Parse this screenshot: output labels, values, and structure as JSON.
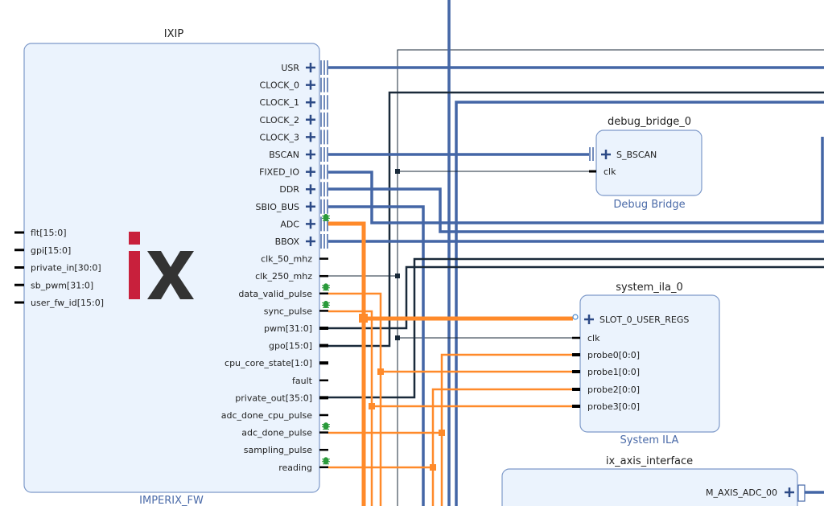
{
  "ixip": {
    "instance_name": "IXIP",
    "block_type": "IMPERIX_FW",
    "logo_text": "ix",
    "left_ports": [
      "flt[15:0]",
      "gpi[15:0]",
      "private_in[30:0]",
      "sb_pwm[31:0]",
      "user_fw_id[15:0]"
    ],
    "right_ports": [
      {
        "label": "USR",
        "kind": "bus"
      },
      {
        "label": "CLOCK_0",
        "kind": "bus"
      },
      {
        "label": "CLOCK_1",
        "kind": "bus"
      },
      {
        "label": "CLOCK_2",
        "kind": "bus"
      },
      {
        "label": "CLOCK_3",
        "kind": "bus"
      },
      {
        "label": "BSCAN",
        "kind": "bus"
      },
      {
        "label": "FIXED_IO",
        "kind": "bus"
      },
      {
        "label": "DDR",
        "kind": "bus"
      },
      {
        "label": "SBIO_BUS",
        "kind": "bus"
      },
      {
        "label": "ADC",
        "kind": "bus",
        "debug": true
      },
      {
        "label": "BBOX",
        "kind": "bus"
      },
      {
        "label": "clk_50_mhz",
        "kind": "pin"
      },
      {
        "label": "clk_250_mhz",
        "kind": "pin"
      },
      {
        "label": "data_valid_pulse",
        "kind": "pin",
        "debug": true
      },
      {
        "label": "sync_pulse",
        "kind": "pin",
        "debug": true
      },
      {
        "label": "pwm[31:0]",
        "kind": "vec"
      },
      {
        "label": "gpo[15:0]",
        "kind": "vec"
      },
      {
        "label": "cpu_core_state[1:0]",
        "kind": "vec"
      },
      {
        "label": "fault",
        "kind": "pin"
      },
      {
        "label": "private_out[35:0]",
        "kind": "vec"
      },
      {
        "label": "adc_done_cpu_pulse",
        "kind": "pin"
      },
      {
        "label": "adc_done_pulse",
        "kind": "pin",
        "debug": true
      },
      {
        "label": "sampling_pulse",
        "kind": "pin"
      },
      {
        "label": "reading",
        "kind": "pin",
        "debug": true
      }
    ]
  },
  "debug_bridge": {
    "instance_name": "debug_bridge_0",
    "block_type": "Debug Bridge",
    "ports": [
      "S_BSCAN",
      "clk"
    ]
  },
  "system_ila": {
    "instance_name": "system_ila_0",
    "block_type": "System ILA",
    "ports": [
      "SLOT_0_USER_REGS",
      "clk",
      "probe0[0:0]",
      "probe1[0:0]",
      "probe2[0:0]",
      "probe3[0:0]"
    ]
  },
  "axis_interface": {
    "instance_name": "ix_axis_interface",
    "ports": [
      "M_AXIS_ADC_00"
    ]
  },
  "colors": {
    "bus": "#4466a6",
    "debug_net": "#ff8a2a",
    "net": "#1a2a3a",
    "block_fill": "#ebf3fd",
    "logo_red": "#c8203c"
  }
}
